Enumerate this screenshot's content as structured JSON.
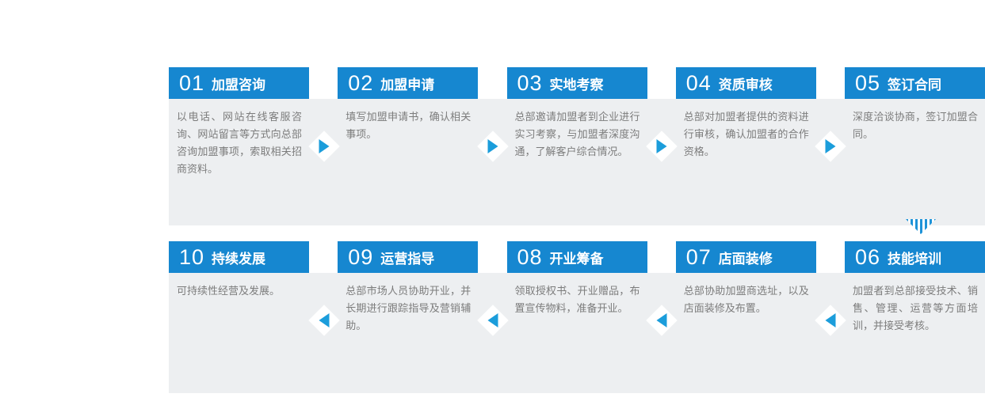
{
  "colors": {
    "header_blue": "#1687d0",
    "arrow_blue": "#1b9ddb",
    "panel_gray": "#edeff1",
    "desc_text": "#7c7c7c",
    "background": "#ffffff"
  },
  "icons": {
    "step_arrow_right": "triangle-right-in-white-diamond",
    "step_arrow_left": "triangle-left-in-white-diamond",
    "turn_arrow_down": "striped-triangle-down",
    "dot": "small-black-dot"
  },
  "rows": [
    {
      "name": "top-row",
      "flow_direction": "left-to-right",
      "steps": [
        {
          "number": "01",
          "title": "加盟咨询",
          "desc": "以电话、网站在线客服咨询、网站留言等方式向总部咨询加盟事项，索取相关招商资料。"
        },
        {
          "number": "02",
          "title": "加盟申请",
          "desc": "填写加盟申请书，确认相关事项。"
        },
        {
          "number": "03",
          "title": "实地考察",
          "desc": "总部邀请加盟者到企业进行实习考察，与加盟者深度沟通，了解客户综合情况。"
        },
        {
          "number": "04",
          "title": "资质审核",
          "desc": "总部对加盟者提供的资料进行审核，确认加盟者的合作资格。"
        },
        {
          "number": "05",
          "title": "签订合同",
          "desc": "深度洽谈协商，签订加盟合同。"
        }
      ]
    },
    {
      "name": "bottom-row",
      "flow_direction": "right-to-left",
      "steps": [
        {
          "number": "10",
          "title": "持续发展",
          "desc": "可持续性经营及发展。"
        },
        {
          "number": "09",
          "title": "运营指导",
          "desc": "总部市场人员协助开业，并长期进行跟踪指导及营销辅助。"
        },
        {
          "number": "08",
          "title": "开业筹备",
          "desc": "领取授权书、开业赠品，布置宣传物料，准备开业。"
        },
        {
          "number": "07",
          "title": "店面装修",
          "desc": "总部协助加盟商选址，以及店面装修及布置。"
        },
        {
          "number": "06",
          "title": "技能培训",
          "desc": "加盟者到总部接受技术、销售、管理、运营等方面培训，并接受考核。"
        }
      ]
    }
  ]
}
